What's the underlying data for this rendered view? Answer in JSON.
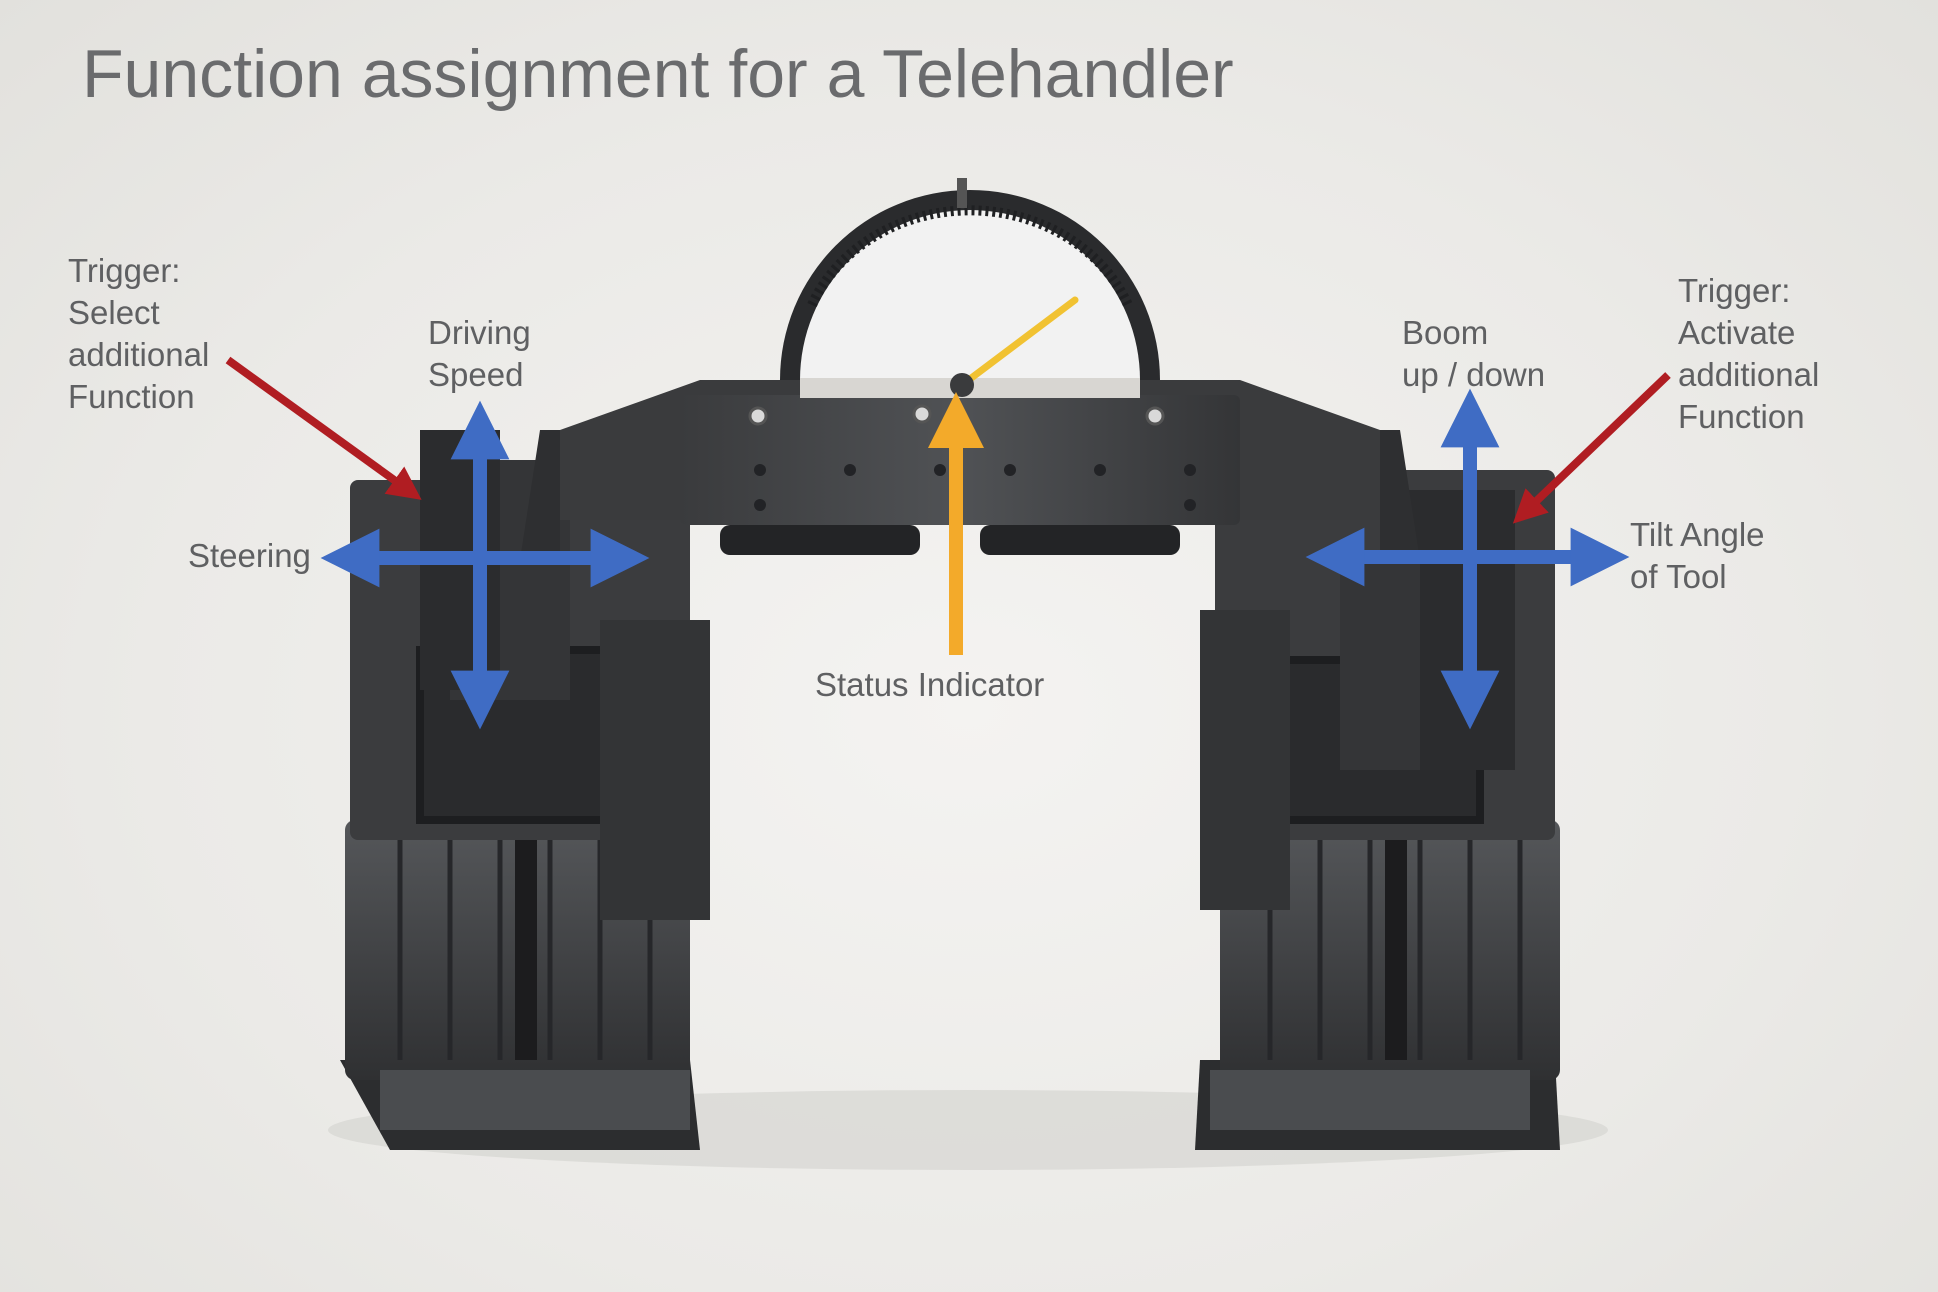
{
  "title": "Function assignment for a Telehandler",
  "labels": {
    "trigger_left": [
      "Trigger:",
      "Select",
      "additional",
      "Function"
    ],
    "driving_speed": [
      "Driving",
      "Speed"
    ],
    "steering": [
      "Steering"
    ],
    "boom": [
      "Boom",
      "up / down"
    ],
    "trigger_right": [
      "Trigger:",
      "Activate",
      "additional",
      "Function"
    ],
    "tilt": [
      "Tilt Angle",
      "of Tool"
    ],
    "status": [
      "Status Indicator"
    ]
  },
  "colors": {
    "control_arrow": "#3f6cc4",
    "trigger_arrow": "#b01d22",
    "status_arrow": "#f3aa2a",
    "device_body": "#3d3e40",
    "label_text": "#5f6062"
  },
  "icons": {
    "control_arrow": "four-way-arrow-icon",
    "trigger_arrow": "diagonal-arrow-icon",
    "status_arrow": "up-arrow-icon"
  }
}
